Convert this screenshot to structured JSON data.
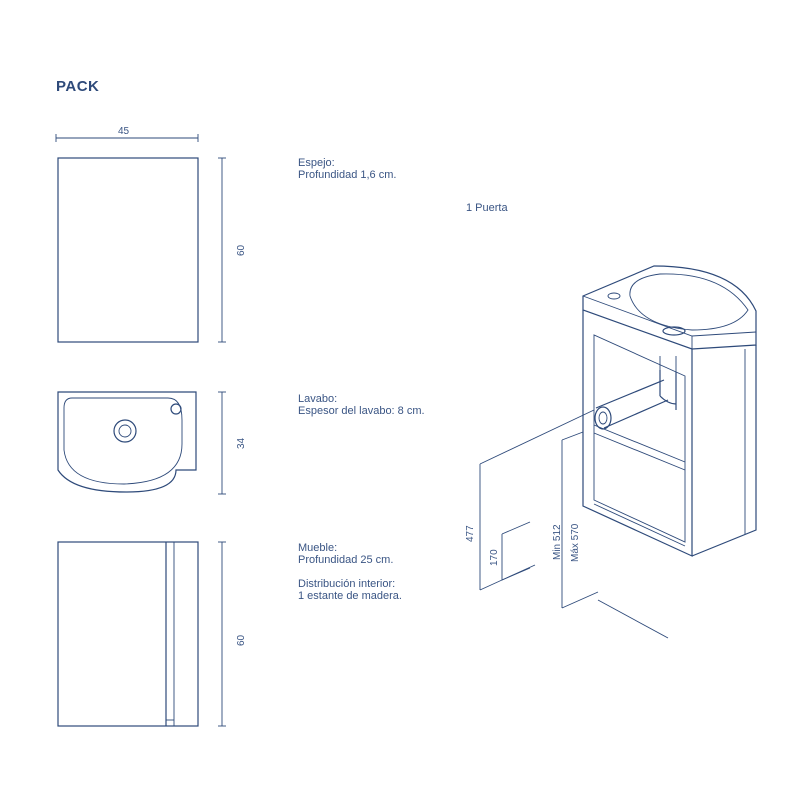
{
  "title": "PACK",
  "mirror": {
    "width_label": "45",
    "height_label": "60",
    "spec": [
      "Espejo:",
      "Profundidad 1,6 cm."
    ]
  },
  "door_note": "1 Puerta",
  "basin": {
    "height_label": "34",
    "spec": [
      "Lavabo:",
      "Espesor del lavabo: 8 cm."
    ]
  },
  "cabinet": {
    "height_label": "60",
    "spec": [
      "Mueble:",
      "Profundidad 25 cm."
    ],
    "spec2": [
      "Distribución interior:",
      "1 estante de madera."
    ]
  },
  "assembly": {
    "dim_477": "477",
    "dim_170": "170",
    "dim_min": "Min 512",
    "dim_max": "Máx 570"
  }
}
